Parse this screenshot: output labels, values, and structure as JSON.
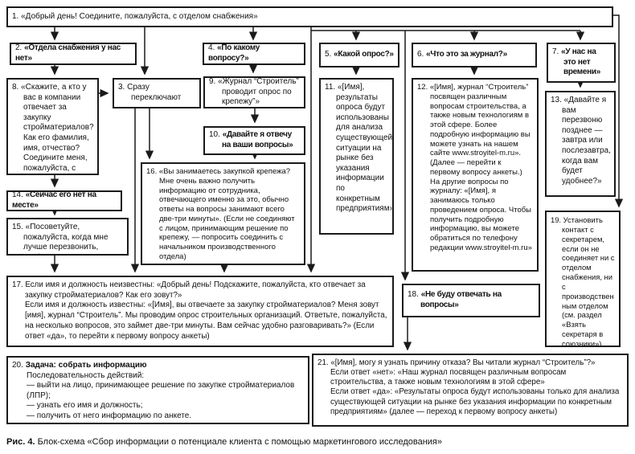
{
  "figure": {
    "caption_bold": "Рис. 4.",
    "caption_rest": " Блок-схема «Сбор информации о потенциале клиента с помощью маркетингового исследования»"
  },
  "boxes": {
    "b1": {
      "text": "1. «Добрый день! Соедините, пожалуйста, с отделом снабжения»"
    },
    "b2": {
      "num": "2. ",
      "bold": "«Отдела снабжения у нас нет»"
    },
    "b3": {
      "text": "3. Сразу\nпереключают"
    },
    "b4": {
      "num": "4. ",
      "bold": "«По какому вопросу?»"
    },
    "b5": {
      "num": "5. ",
      "bold": "«Какой опрос?»"
    },
    "b6": {
      "num": "6. ",
      "bold": "«Что это за журнал?»"
    },
    "b7": {
      "num": "7. ",
      "bold": "«У нас на это нет времени»"
    },
    "b8": {
      "text": "8. «Скажите, а кто у вас в компании отвечает за закупку стройматериалов? Как его фамилия, имя, отчество? Соедините меня, пожалуйста, с этим человеком»"
    },
    "b9": {
      "text": "9. «Журнал “Строитель” проводит опрос по крепежу”»"
    },
    "b10": {
      "num": "10. ",
      "bold": "«Давайте я отвечу на ваши вопросы»"
    },
    "b11": {
      "text": "11. «[Имя], результаты опроса будут использованы для анализа существующей ситуации на рынке без указания информации по конкретным предприятиям»"
    },
    "b12": {
      "text": "12. «[Имя], журнал “Строитель” посвящен различным вопросам строительства, а также новым технологиям в этой сфере. Более подробную информацию вы можете узнать на нашем сайте www.stroyitel-m.ru».\n(Далее — перейти к первому вопросу анкеты.)\nНа другие вопросы по журналу: «[Имя], я занимаюсь только проведением опроса. Чтобы получить подробную информацию, вы можете обратиться по телефону редакции www.stroyitel-m.ru»"
    },
    "b13": {
      "text": "13. «Давайте я вам перезвоню позднее — завтра или послезавтра, когда вам будет удобнее?»"
    },
    "b14": {
      "num": "14. ",
      "bold": "«Сейчас его нет на месте»"
    },
    "b15": {
      "text": "15. «Посоветуйте, пожалуйста, когда мне лучше перезвонить, чтобы застать его на месте»"
    },
    "b16": {
      "text": "16. «Вы занимаетесь закупкой крепежа?\nМне очень важно получить информацию от сотрудника, отвечающего именно за это, обычно ответы на вопросы занимают всего две-три минуты». (Если не соединяют с лицом, принимающим решение по крепежу, — попросить соединить с начальником производственного отдела)"
    },
    "b17": {
      "text": "17. Если имя и должность неизвестны: «Добрый день! Подскажите, пожалуйста, кто отвечает за закупку стройматериалов? Как его зовут?»\nЕсли имя и должность известны: «[Имя], вы отвечаете за закупку стройматериалов? Меня зовут [имя], журнал “Строитель”. Мы проводим опрос строительных организаций. Ответьте, пожалуйста, на несколько вопросов, это займет две-три минуты. Вам сейчас удобно разговаривать?» (Если ответ «да», то перейти к первому вопросу анкеты)"
    },
    "b18": {
      "num": "18. ",
      "bold": "«Не буду отвечать на вопросы»"
    },
    "b19": {
      "text": "19. Установить контакт с секретарем, если он не соединяет ни с отделом снабжения, ни с производственным отделом (см. раздел «Взять секретаря в союзники»)"
    },
    "b20": {
      "num": "20. ",
      "bold_title": "Задача: собрать информацию",
      "body": "Последовательность действий:\n— выйти на лицо, принимающее решение по закупке стройматериалов (ЛПР);\n— узнать его имя и должность;\n— получить от него информацию по анкете."
    },
    "b21": {
      "text": "21. «[Имя], могу я узнать причину отказа? Вы читали журнал “Строитель”?»\nЕсли ответ «нет»: «Наш журнал посвящен различным вопросам строительства, а также новым технологиям в этой сфере»\nЕсли ответ «да»: «Результаты опроса будут использованы только для анализа существующей ситуации на рынке без указания информации по конкретным предприятиям» (далее — переход к первому вопросу анкеты)"
    }
  }
}
